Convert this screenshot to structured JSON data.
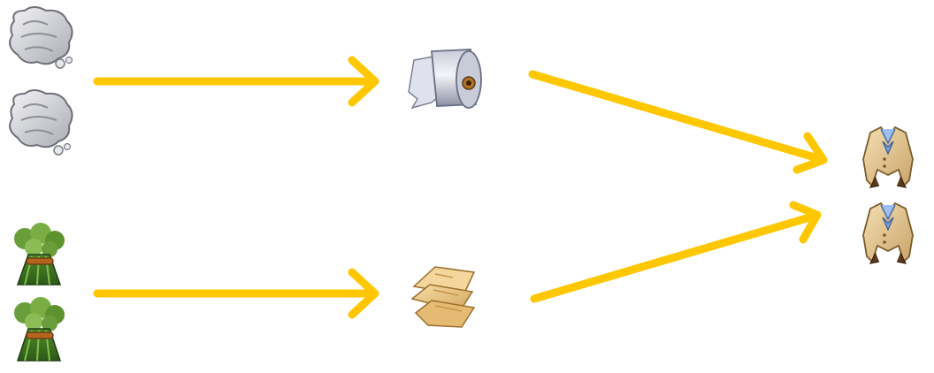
{
  "diagram": {
    "type": "crafting-recipe-flow",
    "arrow_color": "#FFC700",
    "inputs": [
      {
        "item": "raw-cotton-icon",
        "quantity_shown": 2,
        "produces": "cloth-roll-icon"
      },
      {
        "item": "flax-bundle-icon",
        "quantity_shown": 2,
        "produces": "linen-cloth-icon"
      }
    ],
    "intermediates": [
      "cloth-roll-icon",
      "linen-cloth-icon"
    ],
    "output": {
      "item": "tailcoat-icon",
      "quantity_shown": 2
    }
  }
}
